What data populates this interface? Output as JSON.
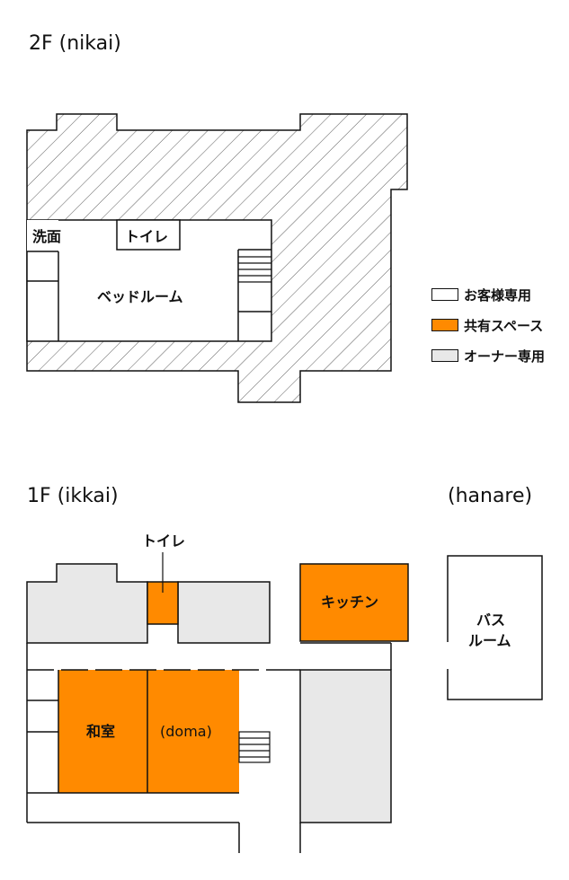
{
  "titles": {
    "second_floor": "2F (nikai)",
    "first_floor": "1F (ikkai)",
    "annex": "(hanare)"
  },
  "rooms_2f": {
    "washroom": "洗面",
    "toilet": "トイレ",
    "bedroom": "ベッドルーム"
  },
  "rooms_1f": {
    "toilet": "トイレ",
    "kitchen": "キッチン",
    "washitsu": "和室",
    "doma": "(doma)"
  },
  "annex": {
    "bath_line1": "バス",
    "bath_line2": "ルーム"
  },
  "legend": [
    {
      "label": "お客様専用",
      "color": "#ffffff"
    },
    {
      "label": "共有スペース",
      "color": "#ff8a00"
    },
    {
      "label": "オーナー専用",
      "color": "#e8e8e8"
    }
  ],
  "colors": {
    "guest": "#ffffff",
    "shared": "#ff8a00",
    "owner": "#e8e8e8",
    "line": "#111111"
  }
}
